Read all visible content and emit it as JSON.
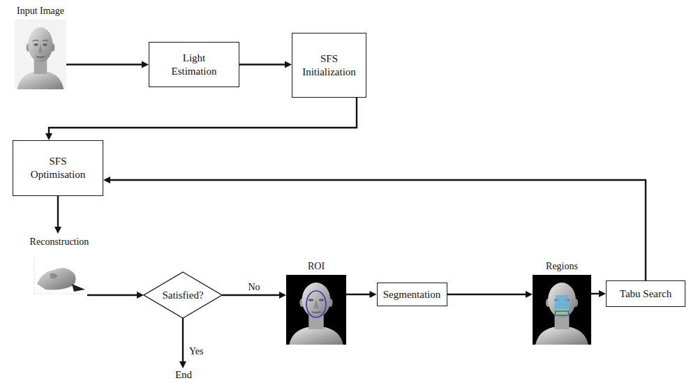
{
  "diagram": {
    "nodes": [
      {
        "text": [
          "Input Image"
        ]
      },
      {
        "text": [
          "Light Estimation"
        ]
      },
      {
        "text": [
          "SFS Initialization"
        ]
      },
      {
        "text": [
          "SFS Optimisation"
        ]
      },
      {
        "text": [
          "Reconstruction"
        ]
      },
      {
        "text": [
          "Satisfied?"
        ]
      },
      {
        "text": [
          "ROI"
        ]
      },
      {
        "text": [
          "Segmentation"
        ]
      },
      {
        "text": [
          "Regions"
        ]
      },
      {
        "text": [
          "Tabu Search"
        ]
      },
      {
        "text": [
          "End"
        ]
      }
    ],
    "edges": [
      {
        "from": 0,
        "to": 1,
        "arrow": "to"
      },
      {
        "from": 1,
        "to": 2,
        "arrow": "to"
      },
      {
        "from": 2,
        "to": 3,
        "arrow": "to"
      },
      {
        "from": 3,
        "to": 4,
        "arrow": "to"
      },
      {
        "from": 4,
        "to": 5,
        "arrow": "to"
      },
      {
        "from": 5,
        "to": 6,
        "label": "No",
        "arrow": "to"
      },
      {
        "from": 6,
        "to": 7,
        "arrow": "to"
      },
      {
        "from": 7,
        "to": 8,
        "arrow": "to"
      },
      {
        "from": 8,
        "to": 9,
        "arrow": "to"
      },
      {
        "from": 9,
        "to": 3,
        "arrow": "to"
      },
      {
        "from": 5,
        "to": 10,
        "label": "Yes",
        "arrow": "to"
      }
    ]
  }
}
